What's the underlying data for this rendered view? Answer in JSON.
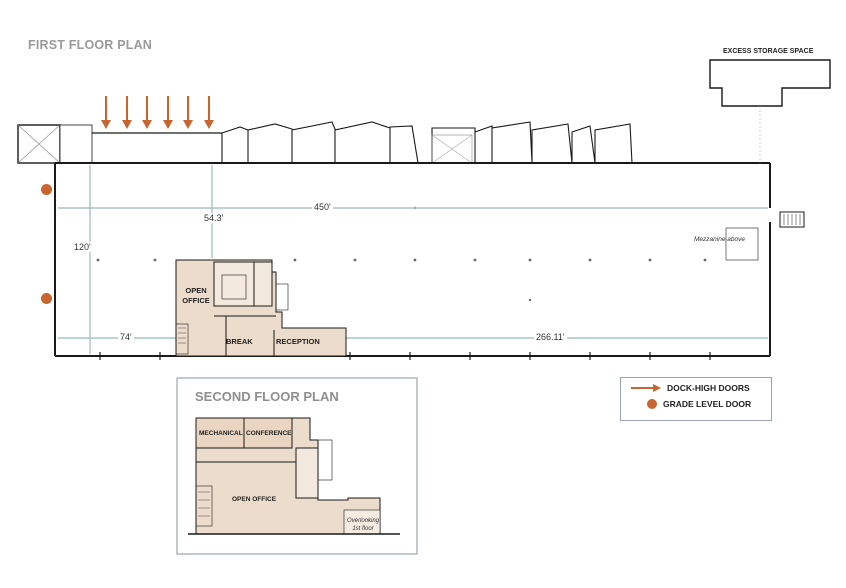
{
  "first_floor": {
    "title": "FIRST FLOOR PLAN",
    "excess_storage_label": "EXCESS STORAGE SPACE",
    "mezzanine_label": "Mezzanine above",
    "rooms": {
      "open_office": "OPEN\nOFFICE",
      "break": "BREAK",
      "reception": "RECEPTION"
    },
    "dimensions": {
      "length_450": "450'",
      "width_120": "120'",
      "d_54_3": "54.3'",
      "d_74": "74'",
      "d_266_11": "266.11'"
    },
    "dock_door_count": 6,
    "grade_door_count": 2
  },
  "second_floor": {
    "title": "SECOND FLOOR PLAN",
    "rooms": {
      "mechanical": "MECHANICAL",
      "conference": "CONFERENCE",
      "open_office": "OPEN OFFICE",
      "overlooking": "Overlooking\n1st floor"
    }
  },
  "legend": {
    "dock_high_doors": "DOCK-HIGH DOORS",
    "grade_level_door": "GRADE LEVEL DOOR"
  },
  "colors": {
    "accent_orange": "#c8652f",
    "office_fill": "#ecdccb",
    "dim_line": "#a9c4c2",
    "wall": "#1a1a1a"
  }
}
